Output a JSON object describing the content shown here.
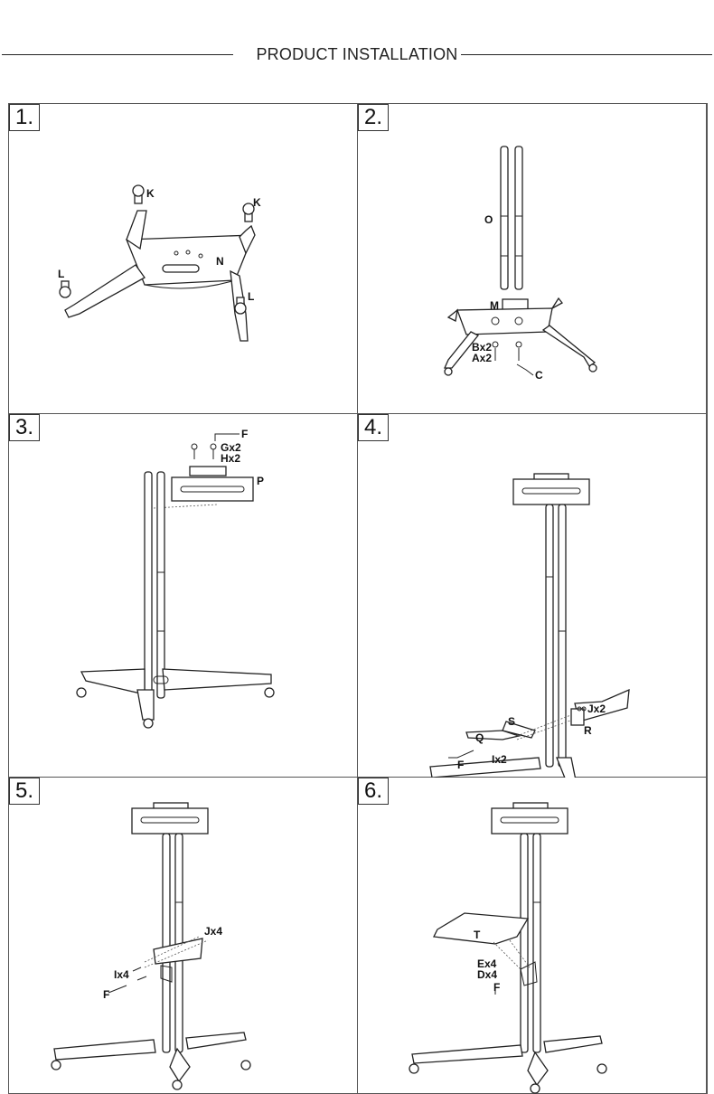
{
  "header": {
    "title": "PRODUCT INSTALLATION"
  },
  "steps": [
    {
      "number": "1.",
      "labels": {
        "k1": "K",
        "k2": "K",
        "n": "N",
        "l1": "L",
        "l2": "L"
      }
    },
    {
      "number": "2.",
      "labels": {
        "o": "O",
        "m": "M",
        "b": "Bx2",
        "a": "Ax2",
        "c": "C"
      }
    },
    {
      "number": "3.",
      "labels": {
        "f": "F",
        "g": "Gx2",
        "h": "Hx2",
        "p": "P"
      }
    },
    {
      "number": "4.",
      "labels": {
        "j": "Jx2",
        "s": "S",
        "q": "Q",
        "r": "R",
        "f": "F",
        "i": "Ix2"
      }
    },
    {
      "number": "5.",
      "labels": {
        "j": "Jx4",
        "i": "Ix4",
        "f": "F"
      }
    },
    {
      "number": "6.",
      "labels": {
        "t": "T",
        "e": "Ex4",
        "d": "Dx4",
        "f": "F"
      }
    }
  ]
}
